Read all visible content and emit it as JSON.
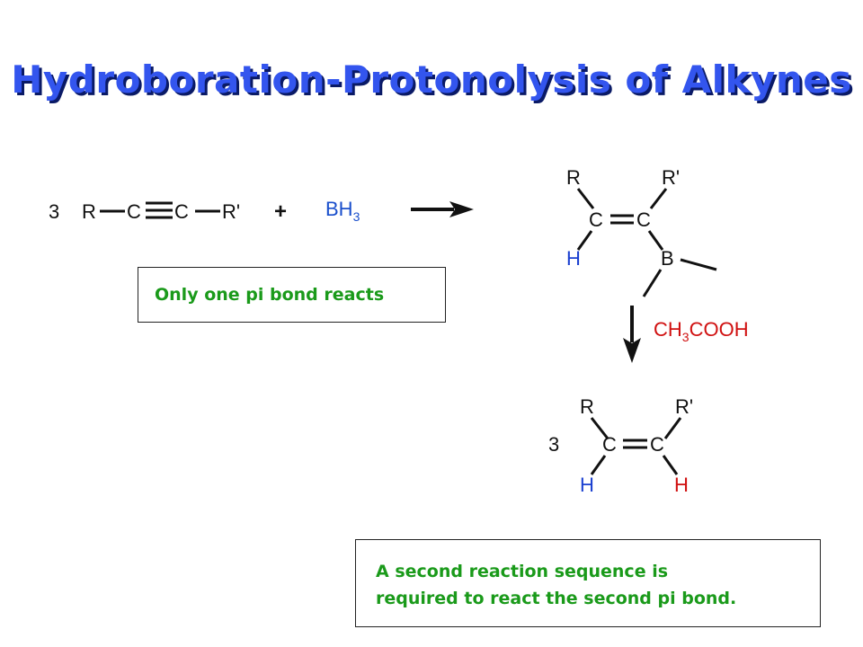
{
  "title": "Hydroboration-Protonolysis of Alkynes",
  "colors": {
    "title": "#3355ee",
    "title_shadow": "#0a1a66",
    "boron_reagent": "#1a4fcc",
    "hydrogen_blue": "#1a3fd0",
    "acid_red": "#d01010",
    "note_green": "#1a9a1a"
  },
  "reactant": {
    "coefficient": "3",
    "r": "R",
    "c1": "C",
    "c2": "C",
    "r_prime": "R'"
  },
  "plus": "+",
  "reagent": {
    "main": "BH",
    "sub": "3"
  },
  "intermediate": {
    "r": "R",
    "r_prime": "R'",
    "c1": "C",
    "c2": "C",
    "h": "H",
    "b": "B"
  },
  "acid": {
    "prefix": "CH",
    "sub": "3",
    "suffix": "COOH"
  },
  "product": {
    "coefficient": "3",
    "r": "R",
    "r_prime": "R'",
    "c1": "C",
    "c2": "C",
    "h_left": "H",
    "h_right": "H"
  },
  "notes": {
    "pi_bond": "Only one pi bond reacts",
    "second_line1": "A second reaction sequence is",
    "second_line2": "required to react the second pi bond."
  }
}
